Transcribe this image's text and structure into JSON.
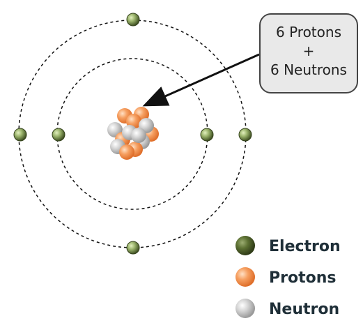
{
  "callout": {
    "line1": "6 Protons",
    "line2": "+",
    "line3": "6 Neutrons"
  },
  "legend": {
    "items": [
      {
        "label": "Electron",
        "color": "#4f5f31"
      },
      {
        "label": "Protons",
        "color": "#f28c4a"
      },
      {
        "label": "Neutron",
        "color": "#c9c9c9"
      }
    ]
  },
  "colors": {
    "electron": "#8da45b",
    "proton": "#f28c4a",
    "neutron": "#c4c4c4",
    "orbit": "#111111",
    "callout_fill": "#e9e9e9",
    "callout_stroke": "#444444"
  }
}
